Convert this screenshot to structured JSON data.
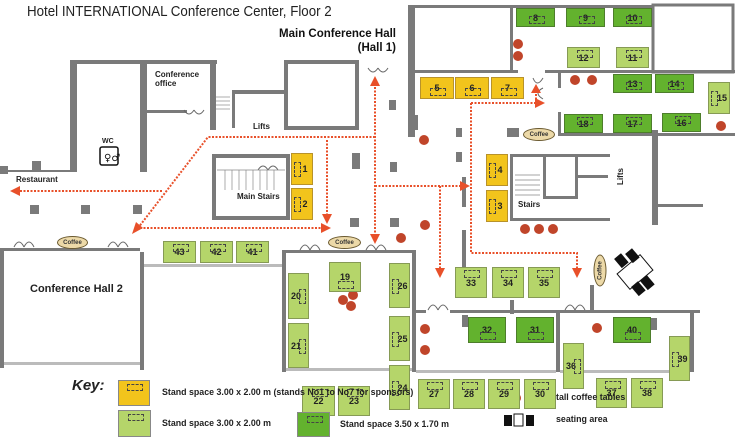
{
  "title": "Hotel INTERNATIONAL Conference Center, Floor 2",
  "main_hall": {
    "line1": "Main Conference Hall",
    "line2": "(Hall 1)"
  },
  "rooms": {
    "conference_office_1": "Conference",
    "conference_office_2": "office",
    "lifts_top": "Lifts",
    "wc": "WC",
    "restaurant": "Restaurant",
    "main_stairs": "Main Stairs",
    "stairs": "Stairs",
    "lifts_right": "Lifts",
    "conference_hall_2": "Conference Hall 2"
  },
  "coffee_points": [
    "Coffee",
    "Coffee",
    "Coffee",
    "Coffee"
  ],
  "stands": [
    {
      "no": "1",
      "type": "sponsor"
    },
    {
      "no": "2",
      "type": "sponsor"
    },
    {
      "no": "3",
      "type": "sponsor"
    },
    {
      "no": "4",
      "type": "sponsor"
    },
    {
      "no": "5",
      "type": "sponsor"
    },
    {
      "no": "6",
      "type": "sponsor"
    },
    {
      "no": "7",
      "type": "sponsor"
    },
    {
      "no": "8",
      "type": "large"
    },
    {
      "no": "9",
      "type": "large"
    },
    {
      "no": "10",
      "type": "large"
    },
    {
      "no": "11",
      "type": "standard"
    },
    {
      "no": "12",
      "type": "standard"
    },
    {
      "no": "13",
      "type": "large"
    },
    {
      "no": "14",
      "type": "large"
    },
    {
      "no": "15",
      "type": "standard"
    },
    {
      "no": "16",
      "type": "large"
    },
    {
      "no": "17",
      "type": "large"
    },
    {
      "no": "18",
      "type": "large"
    },
    {
      "no": "19",
      "type": "standard"
    },
    {
      "no": "20",
      "type": "standard"
    },
    {
      "no": "21",
      "type": "standard"
    },
    {
      "no": "22",
      "type": "standard"
    },
    {
      "no": "23",
      "type": "standard"
    },
    {
      "no": "24",
      "type": "standard"
    },
    {
      "no": "25",
      "type": "standard"
    },
    {
      "no": "26",
      "type": "standard"
    },
    {
      "no": "27",
      "type": "standard"
    },
    {
      "no": "28",
      "type": "standard"
    },
    {
      "no": "29",
      "type": "standard"
    },
    {
      "no": "30",
      "type": "standard"
    },
    {
      "no": "31",
      "type": "large"
    },
    {
      "no": "32",
      "type": "large"
    },
    {
      "no": "33",
      "type": "standard"
    },
    {
      "no": "34",
      "type": "standard"
    },
    {
      "no": "35",
      "type": "standard"
    },
    {
      "no": "36",
      "type": "standard"
    },
    {
      "no": "37",
      "type": "standard"
    },
    {
      "no": "38",
      "type": "standard"
    },
    {
      "no": "39",
      "type": "standard"
    },
    {
      "no": "40",
      "type": "large"
    },
    {
      "no": "41",
      "type": "standard"
    },
    {
      "no": "42",
      "type": "standard"
    },
    {
      "no": "43",
      "type": "standard"
    }
  ],
  "key": {
    "heading": "Key:",
    "sponsor": "Stand space 3.00 x 2.00 m (stands No1 to No7 for sponsors)",
    "standard": "Stand space 3.00 x 2.00 m",
    "large": "Stand space 3.50 x 1.70 m",
    "coffee_tables": "tall coffee tables",
    "seating": "seating area"
  },
  "colors": {
    "sponsor": "#f2c41c",
    "standard": "#b5d56a",
    "large": "#63b22e",
    "route": "#e8502a",
    "table": "#c0452a",
    "wall": "#777777"
  }
}
